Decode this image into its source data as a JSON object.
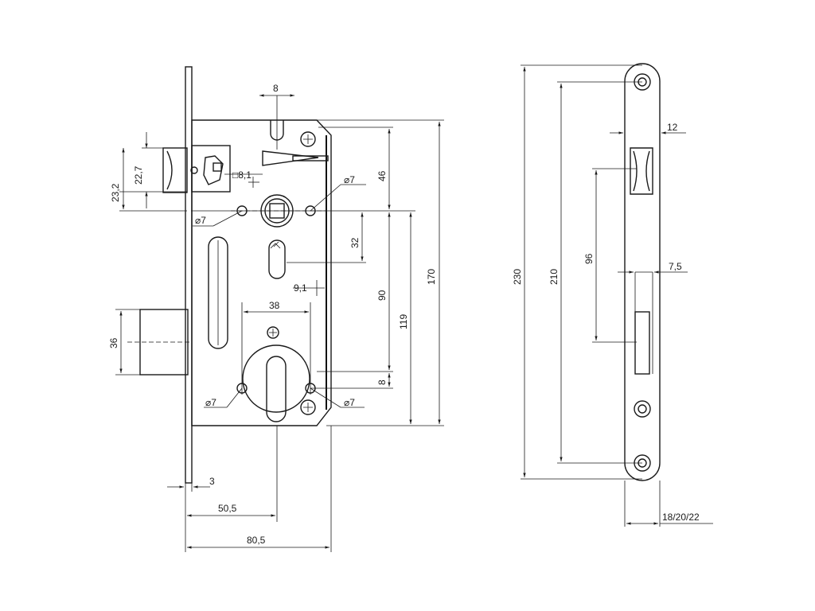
{
  "dims": {
    "d8_top": "8",
    "d46": "46",
    "d170": "170",
    "d22_7": "22,7",
    "d23_2": "23,2",
    "sq8_1": "□8,1",
    "dia7_upper_right": "⌀7",
    "dia7_upper_left": "⌀7",
    "d32": "32",
    "d90": "90",
    "d119": "119",
    "d9_1": "9,1",
    "d38": "38",
    "d36": "36",
    "d8_mid": "8",
    "dia7_lower_left": "⌀7",
    "dia7_lower_right": "⌀7",
    "d3": "3",
    "d50_5": "50,5",
    "d80_5": "80,5",
    "d230": "230",
    "d210": "210",
    "d12": "12",
    "d96": "96",
    "d7_5": "7,5",
    "d18_20_22": "18/20/22"
  }
}
